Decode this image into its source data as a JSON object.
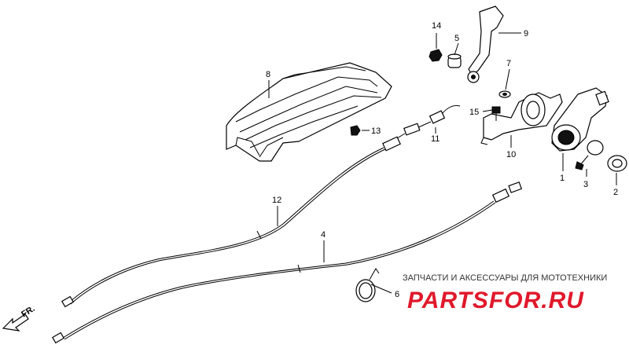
{
  "diagram": {
    "parts": [
      {
        "id": "1",
        "label": "1"
      },
      {
        "id": "2",
        "label": "2"
      },
      {
        "id": "3",
        "label": "3"
      },
      {
        "id": "4",
        "label": "4"
      },
      {
        "id": "5",
        "label": "5"
      },
      {
        "id": "6",
        "label": "6"
      },
      {
        "id": "7",
        "label": "7"
      },
      {
        "id": "8",
        "label": "8"
      },
      {
        "id": "9",
        "label": "9"
      },
      {
        "id": "10",
        "label": "10"
      },
      {
        "id": "11",
        "label": "11"
      },
      {
        "id": "12",
        "label": "12"
      },
      {
        "id": "13",
        "label": "13"
      },
      {
        "id": "14",
        "label": "14"
      },
      {
        "id": "15",
        "label": "15"
      }
    ],
    "direction_label": "FR."
  },
  "watermark": {
    "tagline": "ЗАПЧАСТИ И АКСЕССУАРЫ ДЛЯ МОТОТЕХНИКИ",
    "brand": "PARTSFOR.RU",
    "brand_color": "#e0192b"
  }
}
